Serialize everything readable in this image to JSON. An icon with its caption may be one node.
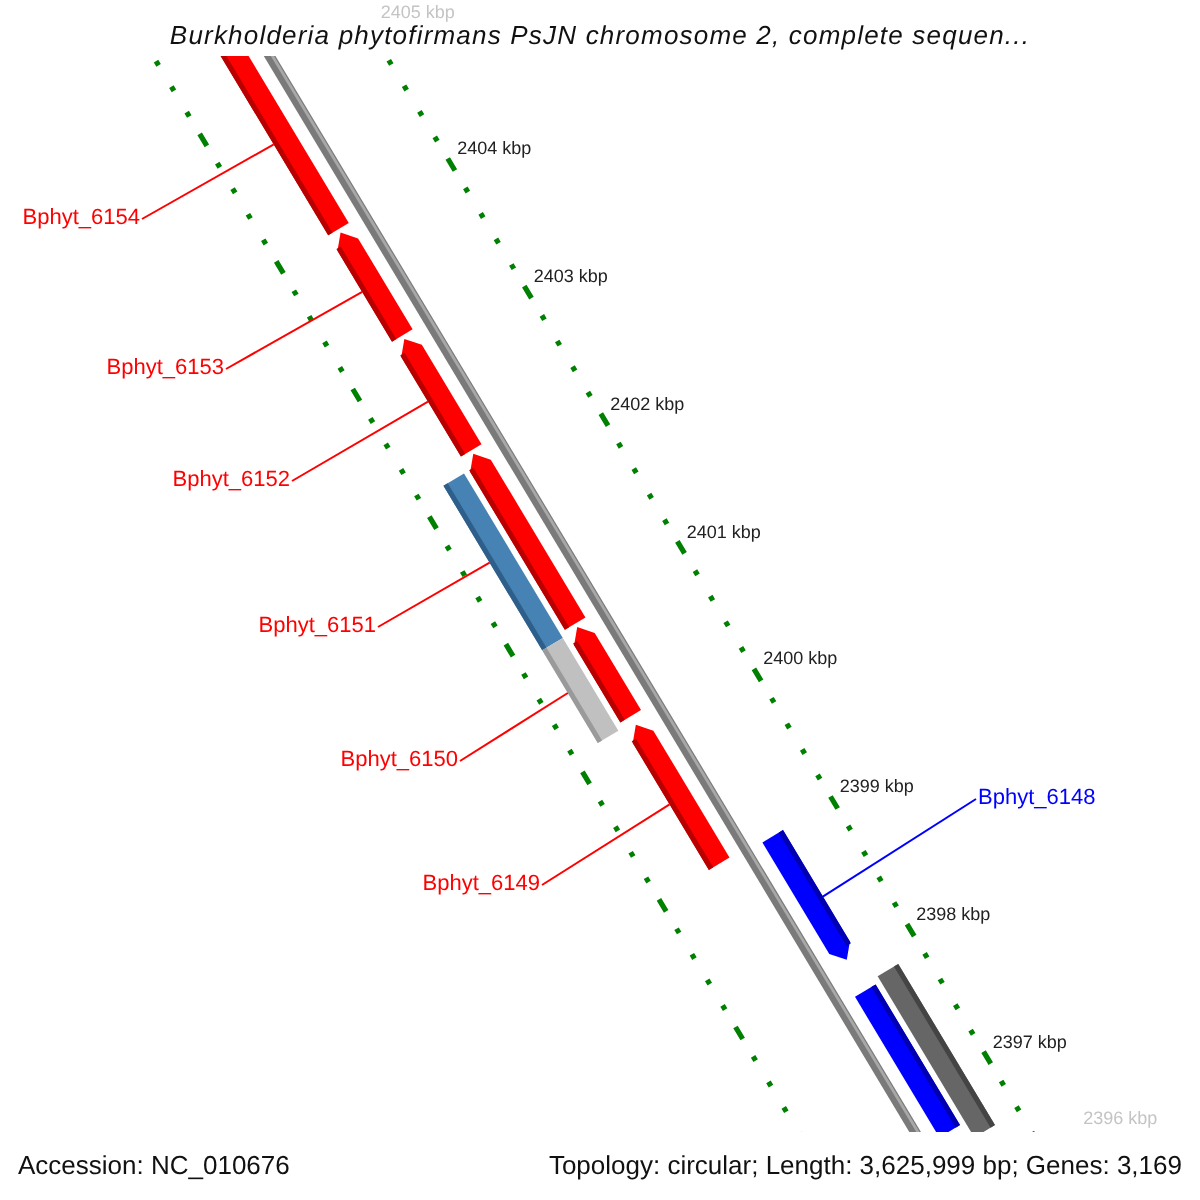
{
  "diagram": {
    "title": "Burkholderia phytofirmans PsJN chromosome 2, complete sequen...",
    "nodes": [
      {
        "text": [
          "Bphyt_6154"
        ]
      },
      {
        "text": [
          "Bphyt_6153"
        ]
      },
      {
        "text": [
          "Bphyt_6152"
        ]
      },
      {
        "text": [
          "Bphyt_6151"
        ]
      },
      {
        "text": [
          "Bphyt_6150"
        ]
      },
      {
        "text": [
          "Bphyt_6149"
        ]
      },
      {
        "text": [
          "Bphyt_6148"
        ]
      },
      {
        "text": [],
        "shape": "arrow"
      },
      {
        "text": [],
        "shape": "arrow"
      },
      {
        "text": [],
        "shape": "arrow"
      },
      {
        "text": [],
        "shape": "arrow"
      },
      {
        "text": [],
        "shape": "arrow"
      },
      {
        "text": [],
        "shape": "arrow"
      },
      {
        "text": [],
        "shape": "bar"
      },
      {
        "text": [],
        "shape": "bar"
      },
      {
        "text": [],
        "shape": "arrow"
      },
      {
        "text": [],
        "shape": "bar"
      },
      {
        "text": [],
        "shape": "bar"
      }
    ],
    "edges": [
      {
        "from": 0,
        "to": 7,
        "arrow": "none"
      },
      {
        "from": 1,
        "to": 8,
        "arrow": "none"
      },
      {
        "from": 2,
        "to": 9,
        "arrow": "none"
      },
      {
        "from": 3,
        "to": 13,
        "arrow": "none"
      },
      {
        "from": 4,
        "to": 14,
        "arrow": "none"
      },
      {
        "from": 5,
        "to": 12,
        "arrow": "none"
      },
      {
        "from": 6,
        "to": 15,
        "arrow": "none",
        "color": "#0000ff"
      }
    ],
    "labels": [
      "2405 kbp",
      "2404 kbp",
      "2403 kbp",
      "2402 kbp",
      "2401 kbp",
      "2400 kbp",
      "2399 kbp",
      "2398 kbp",
      "2397 kbp",
      "2396 kbp",
      "Accession: NC_010676",
      "Topology: circular; Length: 3,625,999 bp; Genes: 3,169"
    ]
  }
}
